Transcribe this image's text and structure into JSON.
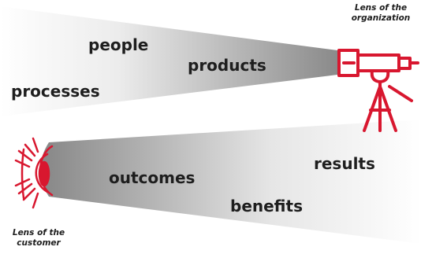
{
  "top_beam": {
    "words": [
      "people",
      "products",
      "processes"
    ],
    "caption_line1": "Lens of the",
    "caption_line2": "organization",
    "icon": "telescope-icon"
  },
  "bottom_beam": {
    "words": [
      "results",
      "outcomes",
      "benefits"
    ],
    "caption_line1": "Lens of the",
    "caption_line2": "customer",
    "icon": "eye-icon"
  },
  "colors": {
    "accent": "#d8172f",
    "beam_dark": "#8a8a8a",
    "beam_light": "#ffffff",
    "text": "#1e1e1e"
  }
}
